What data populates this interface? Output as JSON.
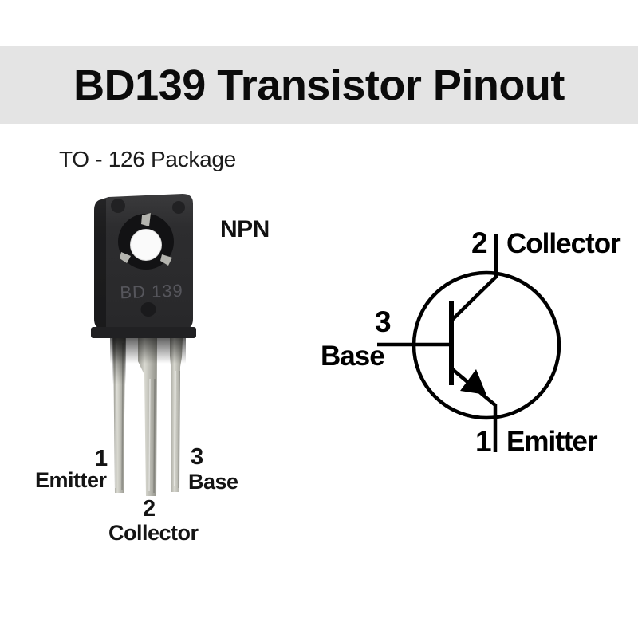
{
  "header": {
    "title": "BD139 Transistor Pinout"
  },
  "package_view": {
    "caption": "TO - 126 Package",
    "transistor_type": "NPN",
    "body_marking": "BD 139",
    "pin1": {
      "number": "1",
      "name": "Emitter"
    },
    "pin2": {
      "number": "2",
      "name": "Collector"
    },
    "pin3": {
      "number": "3",
      "name": "Base"
    }
  },
  "schematic": {
    "collector": {
      "number": "2",
      "name": "Collector"
    },
    "base": {
      "number": "3",
      "name": "Base"
    },
    "emitter": {
      "number": "1",
      "name": "Emitter"
    }
  },
  "colors": {
    "header_bg": "#e4e4e4",
    "package_body": "#2b2b2d",
    "lead_metal": "#b3b3ab",
    "line": "#000000",
    "marking_text": "#56565c"
  }
}
